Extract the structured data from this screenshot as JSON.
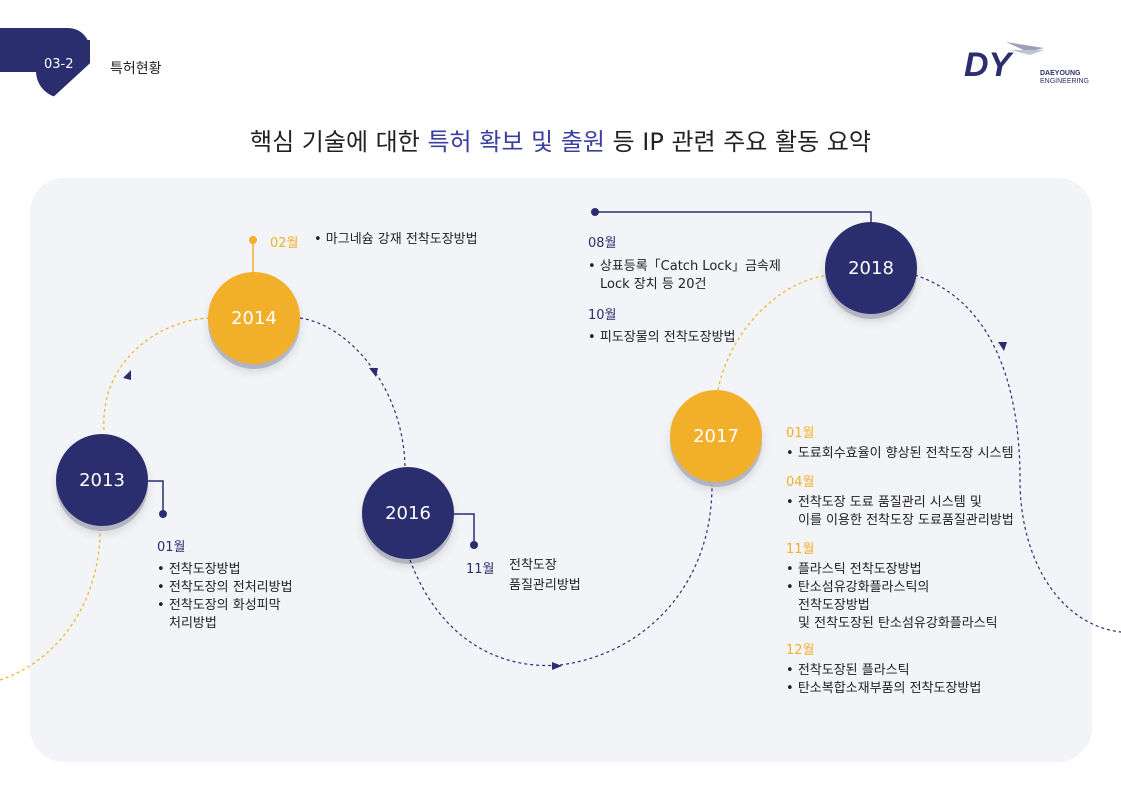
{
  "header": {
    "section_number": "03-2",
    "section_title": "특허현황",
    "logo_letters": "DY",
    "logo_name_1": "DAEYOUNG",
    "logo_name_2": "ENGINEERING"
  },
  "headline": {
    "part1": "핵심 기술에 대한 ",
    "highlight": "특허 확보 및 출원",
    "part2": " 등 IP 관련 주요 활동 요약"
  },
  "colors": {
    "navy": "#2b2e6e",
    "gold": "#f2b02a",
    "accent": "#3b40a0",
    "panel": "#f3f4f8"
  },
  "timeline": {
    "y2013": {
      "year": "2013",
      "month": "01월",
      "items": [
        "전착도장방법",
        "전착도장의 전처리방법",
        "전착도장의 화성피막"
      ],
      "cont": "처리방법"
    },
    "y2014": {
      "year": "2014",
      "month": "02월",
      "item": "• 마그네슘 강재 전착도장방법"
    },
    "y2016": {
      "year": "2016",
      "month": "11월",
      "line1": "전착도장",
      "line2": "품질관리방법"
    },
    "y2017": {
      "year": "2017",
      "m1": "01월",
      "m1_items": [
        "도료회수효율이 향상된 전착도장 시스템"
      ],
      "m2": "04월",
      "m2_item": "전착도장 도료 품질관리 시스템 및",
      "m2_cont": "이를 이용한 전착도장 도료품질관리방법",
      "m3": "11월",
      "m3_items": [
        "플라스틱 전착도장방법",
        "탄소섬유강화플라스틱의"
      ],
      "m3_cont1": "전착도장방법",
      "m3_cont2": "및 전착도장된 탄소섬유강화플라스틱",
      "m4": "12월",
      "m4_items": [
        "전착도장된 플라스틱",
        "탄소복합소재부품의 전착도장방법"
      ]
    },
    "y2018": {
      "year": "2018",
      "m1": "08월",
      "m1_item": "상표등록「Catch Lock」금속제",
      "m1_cont": "Lock 장치 등 20건",
      "m2": "10월",
      "m2_item": "피도장물의 전착도장방법"
    }
  }
}
